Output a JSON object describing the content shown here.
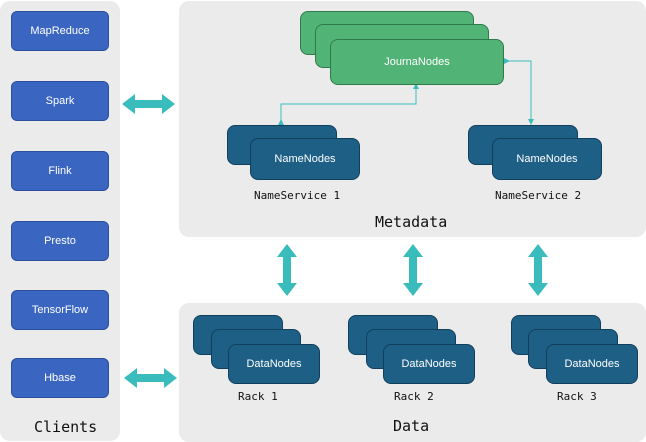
{
  "clients": {
    "title": "Clients",
    "items": [
      "MapReduce",
      "Spark",
      "Flink",
      "Presto",
      "TensorFlow",
      "Hbase"
    ]
  },
  "metadata": {
    "title": "Metadata",
    "journal": "JournaNodes",
    "namenode_label": "NameNodes",
    "services": [
      "NameService 1",
      "NameService 2"
    ]
  },
  "data": {
    "title": "Data",
    "datanode_label": "DataNodes",
    "racks": [
      "Rack 1",
      "Rack 2",
      "Rack 3"
    ]
  },
  "colors": {
    "client": "#3a66c2",
    "node_blue": "#1e5f86",
    "node_green": "#52b377",
    "arrow": "#3bbcbc",
    "panel": "#ebebeb"
  }
}
